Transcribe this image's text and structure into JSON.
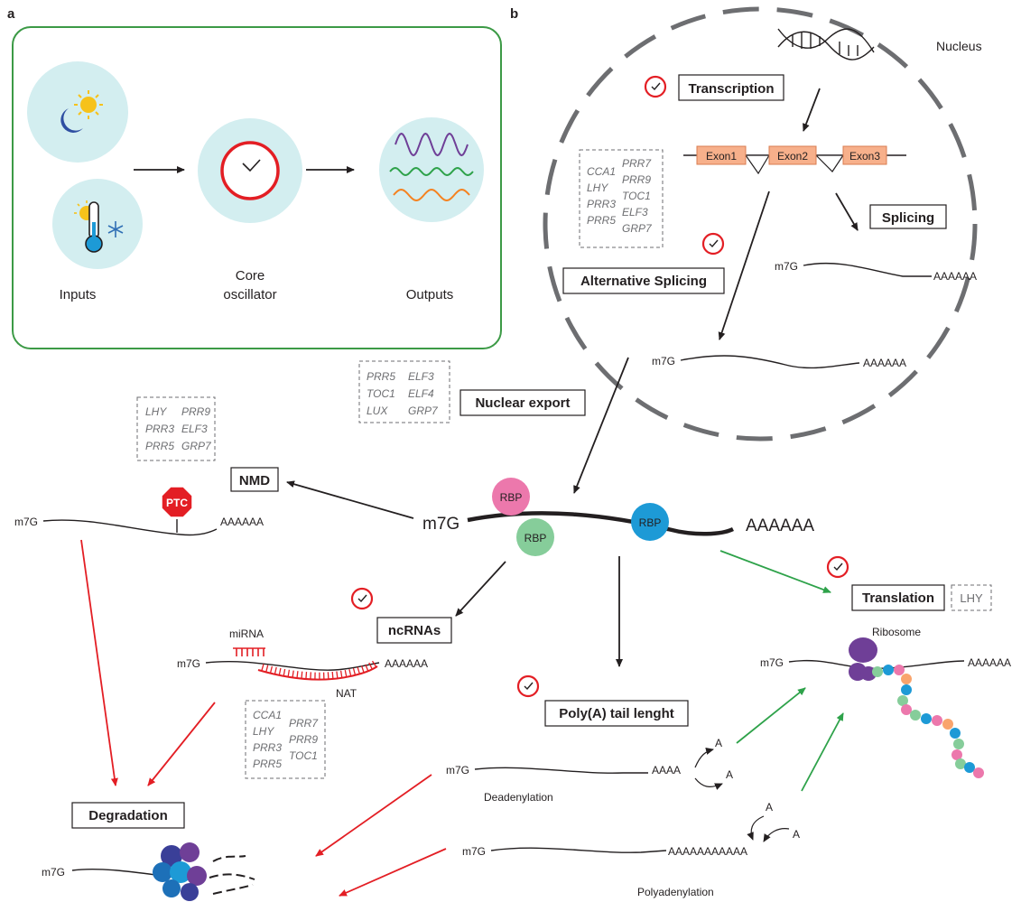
{
  "panel_labels": {
    "a": "a",
    "b": "b"
  },
  "panel_a": {
    "inputs_label": "Inputs",
    "core_label_line1": "Core",
    "core_label_line2": "oscillator",
    "outputs_label": "Outputs"
  },
  "panel_b": {
    "nucleus_label": "Nucleus",
    "steps": {
      "transcription": "Transcription",
      "splicing": "Splicing",
      "alternative_splicing": "Alternative Splicing",
      "nuclear_export": "Nuclear export",
      "nmd": "NMD",
      "ncrnas": "ncRNAs",
      "translation": "Translation",
      "poly_a": "Poly(A) tail lenght",
      "degradation": "Degradation"
    },
    "exons": [
      "Exon1",
      "Exon2",
      "Exon3"
    ],
    "cap": "m7G",
    "tails": {
      "short": "AAAAAA",
      "deadenylated": "AAAA",
      "polyadenylated": "AAAAAAAAAAA",
      "single_a": "A"
    },
    "labels": {
      "rbp": "RBP",
      "ptc": "PTC",
      "mirna": "miRNA",
      "nat": "NAT",
      "ribosome": "Ribosome",
      "deadenylation": "Deadenylation",
      "polyadenylation": "Polyadenylation",
      "translation_gene": "LHY"
    },
    "gene_boxes": {
      "alternative_splicing": {
        "left": [
          "CCA1",
          "LHY",
          "PRR3",
          "PRR5"
        ],
        "right": [
          "PRR7",
          "PRR9",
          "TOC1",
          "ELF3",
          "GRP7"
        ]
      },
      "nuclear_export": {
        "left": [
          "PRR5",
          "TOC1",
          "LUX"
        ],
        "right": [
          "ELF3",
          "ELF4",
          "GRP7"
        ]
      },
      "nmd": {
        "left": [
          "LHY",
          "PRR3",
          "PRR5"
        ],
        "right": [
          "PRR9",
          "ELF3",
          "GRP7"
        ]
      },
      "ncrnas": {
        "left": [
          "CCA1",
          "LHY",
          "PRR3",
          "PRR5"
        ],
        "right": [
          "PRR7",
          "PRR9",
          "TOC1"
        ]
      }
    }
  },
  "colors": {
    "clock_red": "#e31e24",
    "light_circle": "#d3eef0",
    "green_frame": "#3c9a46",
    "exon": "#f7b08b",
    "degrade_arrow": "#e31e24",
    "translate_arrow": "#2ea24a",
    "rbp_pink": "#ec78ac",
    "rbp_green": "#86cd9a",
    "rbp_blue": "#1d9ad6",
    "ribosome": "#6f3f97"
  }
}
